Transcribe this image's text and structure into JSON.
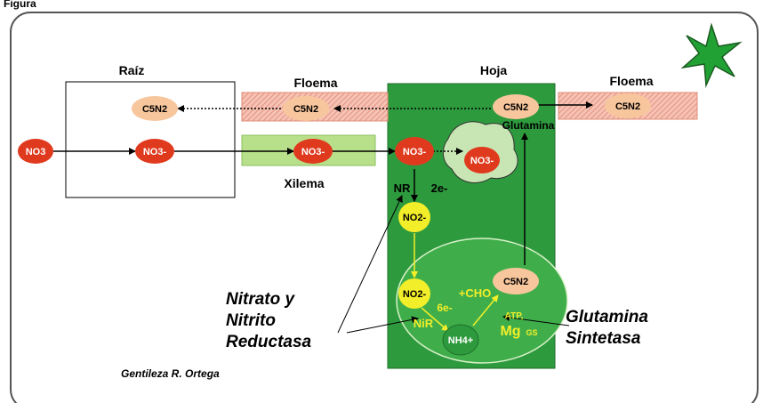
{
  "figure_label": "Figura",
  "sections": {
    "raiz": "Raíz",
    "hoja": "Hoja",
    "floema_left": "Floema",
    "floema_right": "Floema",
    "xilema": "Xilema"
  },
  "molecules": {
    "c5n2_raiz": "C5N2",
    "c5n2_floema": "C5N2",
    "c5n2_hoja": "C5N2",
    "c5n2_floema_right": "C5N2",
    "c5n2_chloro": "C5N2",
    "no3_soil": "NO3",
    "no3_raiz": "NO3-",
    "no3_xilema": "NO3-",
    "no3_hoja": "NO3-",
    "no3_vacuole": "NO3-",
    "no2_cyto": "NO2-",
    "no2_chloro": "NO2-",
    "nh4": "NH4+"
  },
  "labels": {
    "glutamina": "Glutamina",
    "nr": "NR",
    "two_e": "2e-",
    "six_e": "6e-",
    "nir": "NiR",
    "cho": "+CHO",
    "atp": "ATP,",
    "mg": "Mg",
    "gs": "GS"
  },
  "annotations": {
    "nitrato_line1": "Nitrato y",
    "nitrato_line2": "Nitrito",
    "nitrato_line3": "Reductasa",
    "glut_line1": "Glutamina",
    "glut_line2": "Sintetasa",
    "credit": "Gentileza R. Ortega"
  },
  "colors": {
    "leaf_green": "#2e9a3e",
    "chloroplast_green": "#3fae4a",
    "xilema_green": "#b8e08a",
    "floema_pink": "#f6c2b4",
    "nitrate_red": "#e03a1e",
    "nitrite_yellow": "#f2ee2a",
    "c5n2_peach": "#f8c69c",
    "vacuole": "#c8e6b4",
    "plant_star": "#21a133"
  }
}
